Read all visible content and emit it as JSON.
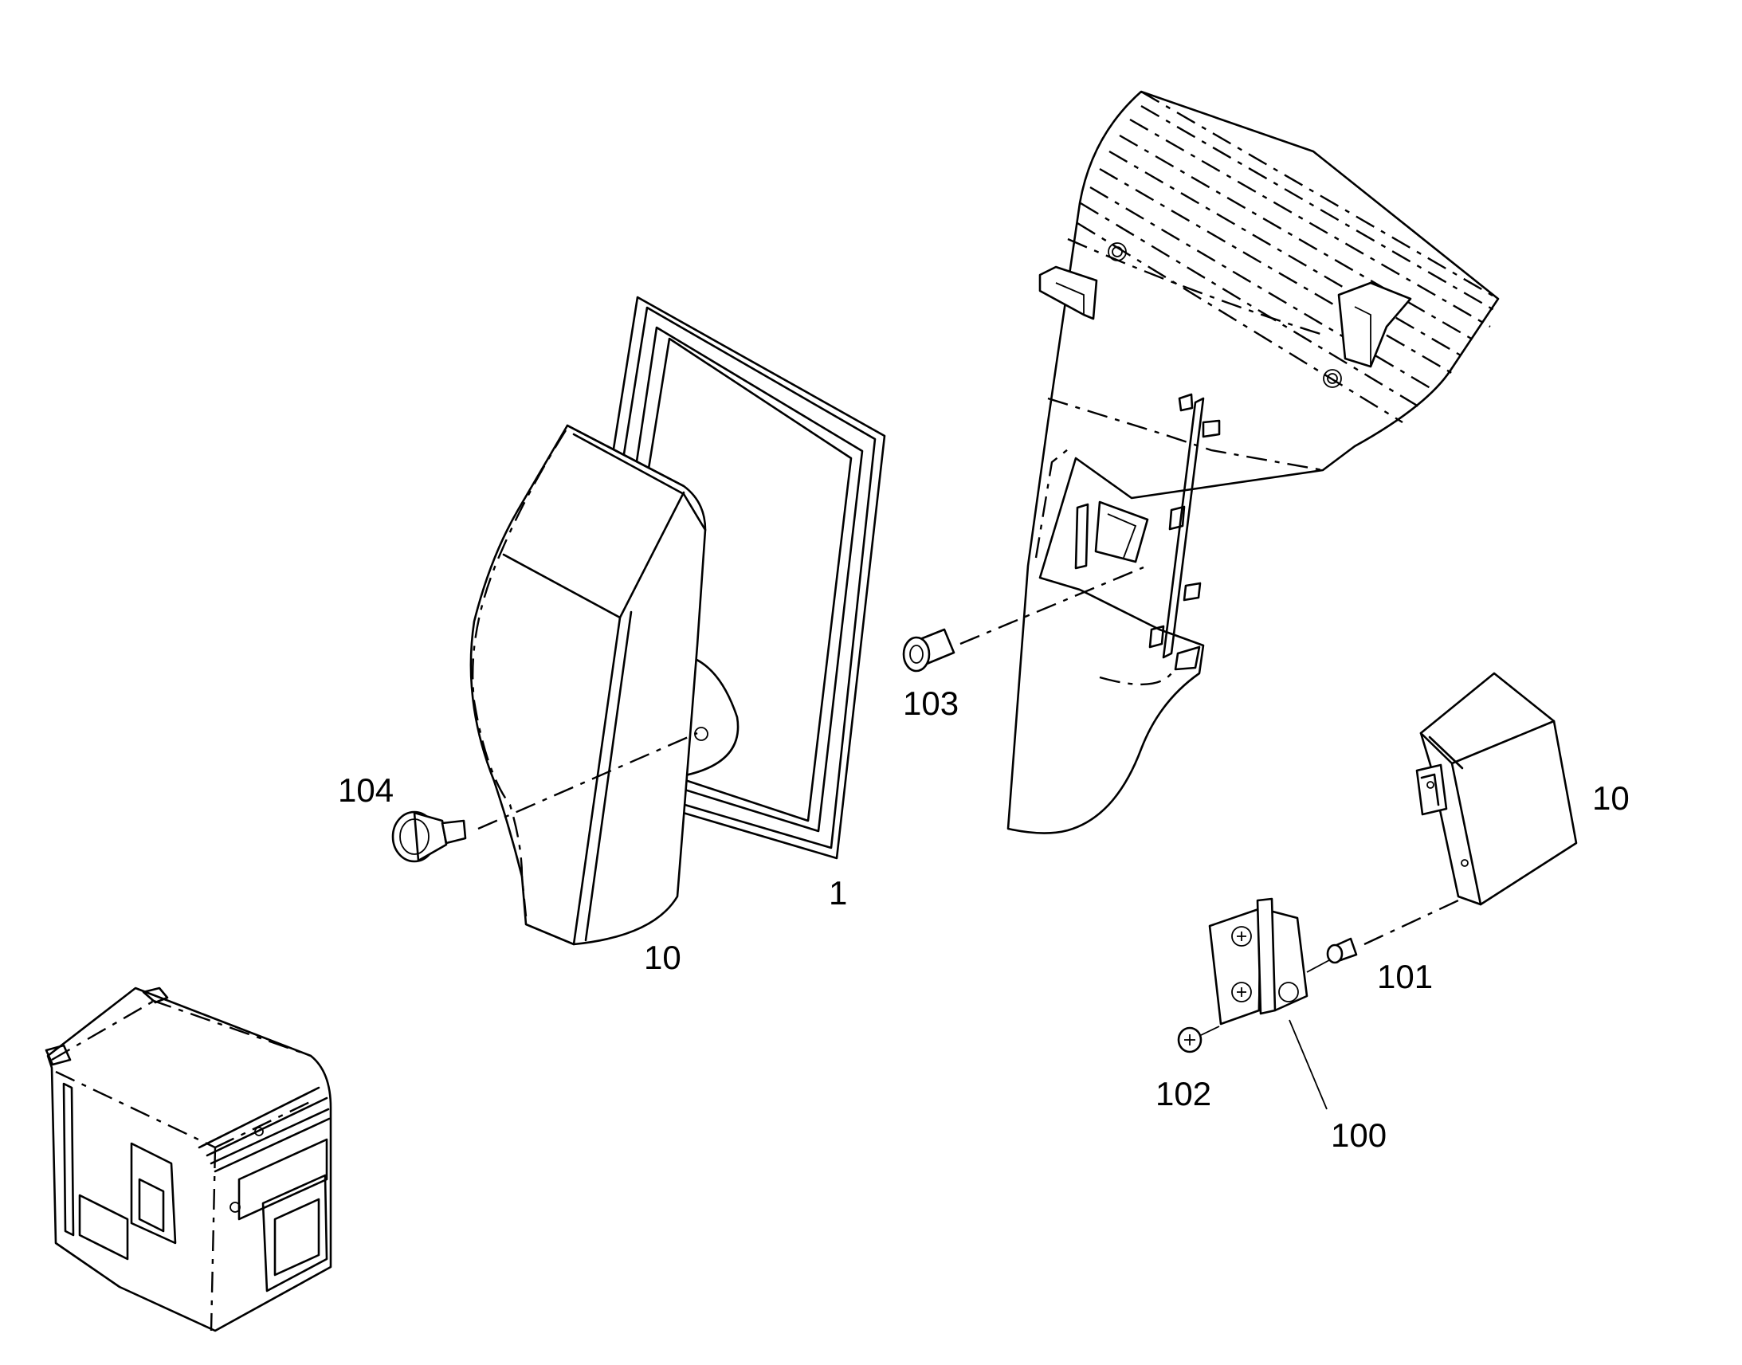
{
  "diagram": {
    "type": "exploded-parts-diagram",
    "callouts": [
      {
        "id": "c104",
        "label": "104"
      },
      {
        "id": "c103",
        "label": "103"
      },
      {
        "id": "c1",
        "label": "1"
      },
      {
        "id": "c10a",
        "label": "10"
      },
      {
        "id": "c10b",
        "label": "10"
      },
      {
        "id": "c101",
        "label": "101"
      },
      {
        "id": "c102",
        "label": "102"
      },
      {
        "id": "c100",
        "label": "100"
      }
    ]
  }
}
